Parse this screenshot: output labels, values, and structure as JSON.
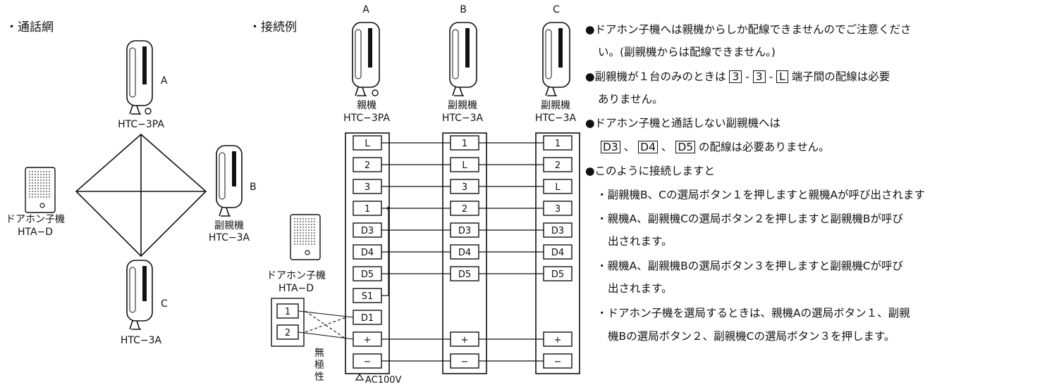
{
  "network": {
    "title": "・通話網",
    "phone_a_letter": "A",
    "phone_a_model": "HTC−3PA",
    "phone_b_letter": "B",
    "phone_b_role": "副親機",
    "phone_b_model": "HTC−3A",
    "phone_c_letter": "C",
    "phone_c_model": "HTC−3A",
    "door_role": "ドアホン子機",
    "door_model": "HTA−D"
  },
  "connection": {
    "title": "・接続例",
    "door_role": "ドアホン子機",
    "door_model": "HTA−D",
    "door_terminals": [
      "1",
      "2"
    ],
    "nonpolar": [
      "無",
      "極",
      "性"
    ],
    "power": "AC100V",
    "units": [
      {
        "letter": "A",
        "role": "親機",
        "model": "HTC−3PA",
        "terminals": [
          "L",
          "2",
          "3",
          "1",
          "D3",
          "D4",
          "D5",
          "S1",
          "D1",
          "+",
          "−"
        ]
      },
      {
        "letter": "B",
        "role": "副親機",
        "model": "HTC−3A",
        "terminals": [
          "1",
          "L",
          "3",
          "2",
          "D3",
          "D4",
          "D5",
          "",
          "",
          "+",
          "−"
        ]
      },
      {
        "letter": "C",
        "role": "副親機",
        "model": "HTC−3A",
        "terminals": [
          "1",
          "2",
          "L",
          "3",
          "D3",
          "D4",
          "D5",
          "",
          "",
          "+",
          "−"
        ]
      }
    ]
  },
  "notes": {
    "n1a": "●ドアホン子機へは親機からしか配線できませんのでご注意くださ",
    "n1b": "い。(副親機からは配線できません。)",
    "n2a_pre": "●副親機が１台のみのときは",
    "n2a_t1": "3",
    "n2a_t2": "3",
    "n2a_t3": "L",
    "n2a_post": "端子間の配線は必要",
    "n2b": "ありません。",
    "n3a": "●ドアホン子機と通話しない副親機へは",
    "n3b_t1": "D3",
    "n3b_t2": "D4",
    "n3b_t3": "D5",
    "n3b_post": "の配線は必要ありません。",
    "n4": "●このように接続しますと",
    "b1": "・副親機B、Cの選局ボタン１を押しますと親機Aが呼び出されます",
    "b2a": "・親機A、副親機Cの選局ボタン２を押しますと副親機Bが呼び",
    "b2b": "出されます。",
    "b3a": "・親機A、副親機Bの選局ボタン３を押しますと副親機Cが呼び",
    "b3b": "出されます。",
    "b4a": "・ドアホン子機を選局するときは、親機Aの選局ボタン１、副親",
    "b4b": "機Bの選局ボタン２、副親機Cの選局ボタン３を押します。"
  }
}
